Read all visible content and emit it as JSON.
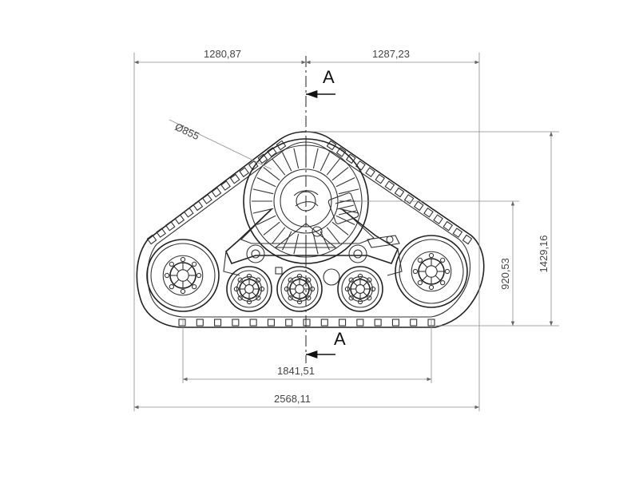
{
  "drawing": {
    "dimensions": {
      "left_half_width": "1280,87",
      "right_half_width": "1287,23",
      "total_width": "2568,11",
      "wheel_span": "1841,51",
      "total_height": "1429,16",
      "axle_height": "920,53",
      "sprocket_diameter": "Ø855"
    },
    "section": {
      "top_label": "A",
      "bottom_label": "A"
    },
    "colors": {
      "line": "#333333",
      "dimension": "#8a8a8a",
      "background": "#ffffff"
    }
  }
}
